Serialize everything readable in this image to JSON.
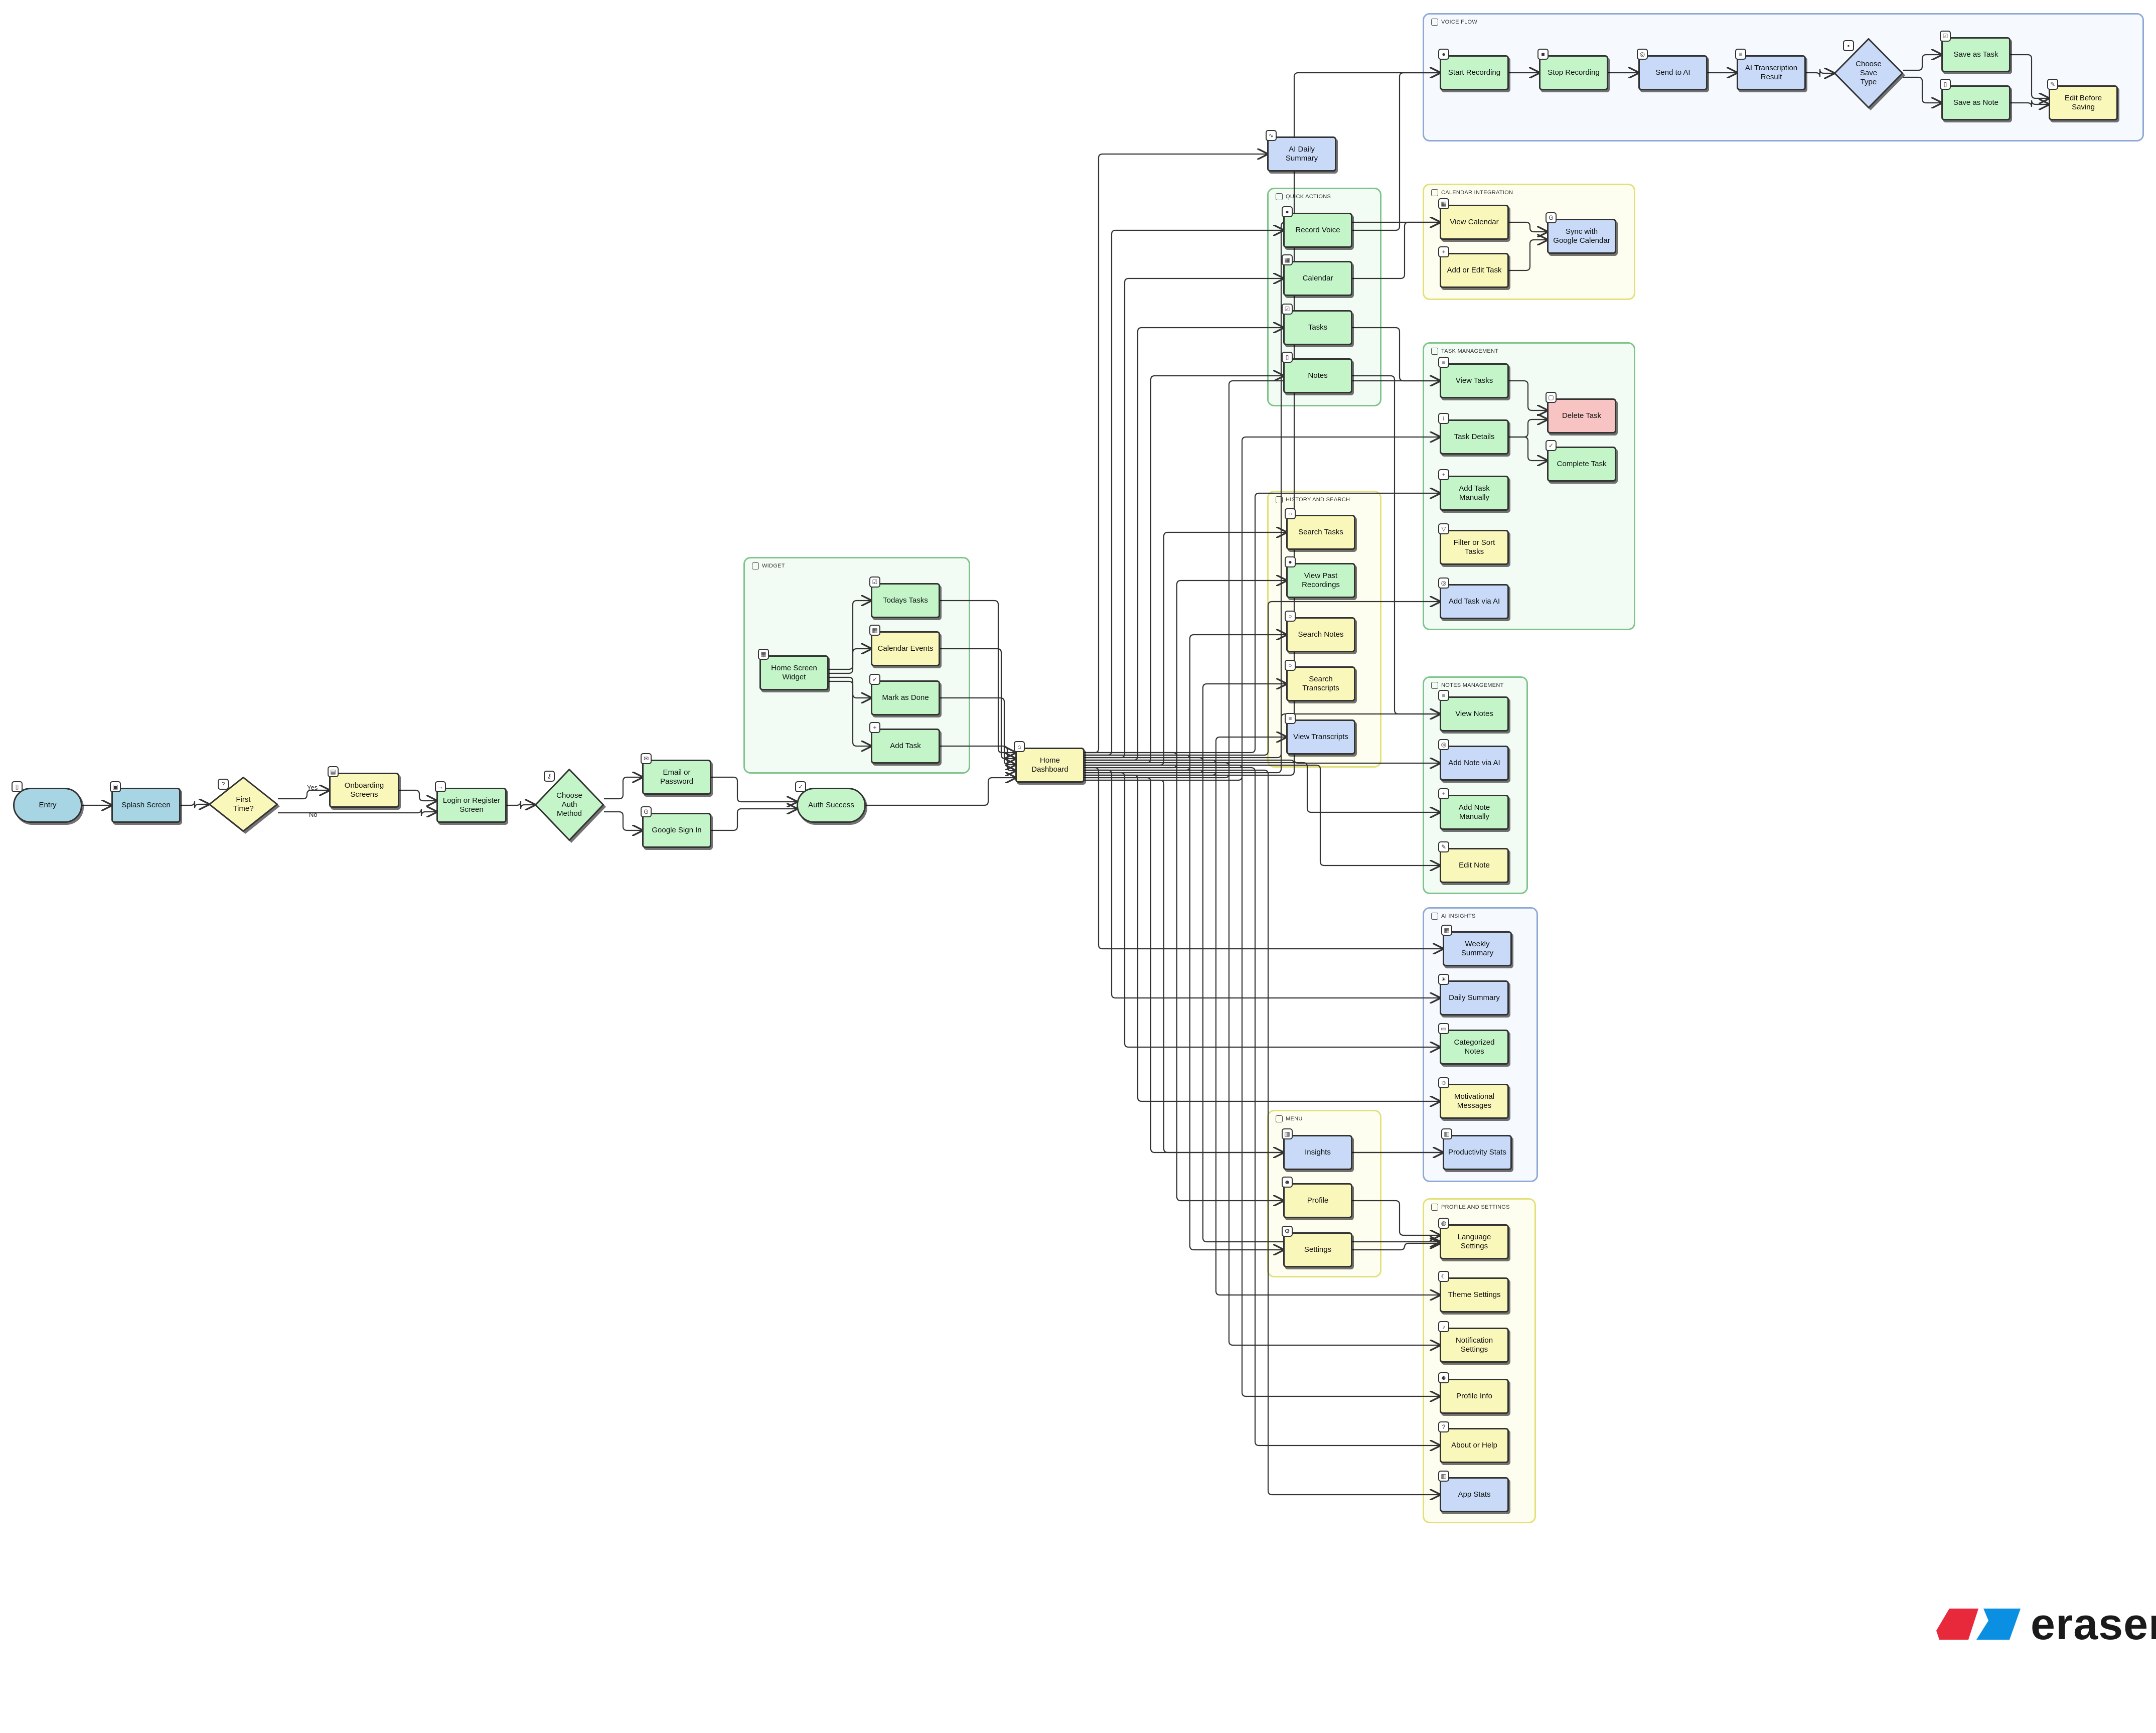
{
  "colors": {
    "green": "#c3f5c9",
    "yellow": "#faf7bb",
    "blue": "#c8daf7",
    "teal": "#a8d5e4",
    "pink": "#f7c3c3",
    "greenBorder": "#7fc48c",
    "yellowBorder": "#e3e07a",
    "blueBorder": "#8fa9d6",
    "edge": "#333333",
    "logoRed": "#e8283b",
    "logoBlue": "#0a8fe3"
  },
  "logo": {
    "text": "eraser"
  },
  "edge_labels": {
    "yes": "Yes",
    "no": "No"
  },
  "groups": [
    {
      "id": "voice-flow",
      "label": "VOICE FLOW",
      "icon": "mic-icon",
      "color": "blue"
    },
    {
      "id": "calendar-integration",
      "label": "CALENDAR INTEGRATION",
      "icon": "calendar-icon",
      "color": "yellow"
    },
    {
      "id": "quick-actions",
      "label": "QUICK ACTIONS",
      "icon": "bolt-icon",
      "color": "green"
    },
    {
      "id": "task-management",
      "label": "TASK MANAGEMENT",
      "icon": "check-square-icon",
      "color": "green"
    },
    {
      "id": "history-and-search",
      "label": "HISTORY AND SEARCH",
      "icon": "search-icon",
      "color": "yellow"
    },
    {
      "id": "widget",
      "label": "WIDGET",
      "icon": "grid-icon",
      "color": "green"
    },
    {
      "id": "notes-management",
      "label": "NOTES MANAGEMENT",
      "icon": "file-icon",
      "color": "green"
    },
    {
      "id": "ai-insights",
      "label": "AI INSIGHTS",
      "icon": "activity-icon",
      "color": "blue"
    },
    {
      "id": "menu",
      "label": "MENU",
      "icon": "menu-icon",
      "color": "yellow"
    },
    {
      "id": "profile-and-settings",
      "label": "PROFILE AND SETTINGS",
      "icon": "user-icon",
      "color": "yellow"
    }
  ],
  "nodes": [
    {
      "id": "entry",
      "label": "Entry",
      "color": "teal",
      "shape": "pill",
      "icon": "smartphone-icon"
    },
    {
      "id": "splash",
      "label": "Splash Screen",
      "color": "teal",
      "shape": "rect",
      "icon": "image-icon"
    },
    {
      "id": "first-time",
      "label": "First\nTime?",
      "color": "yellow",
      "shape": "diamond",
      "icon": "help-icon"
    },
    {
      "id": "onboarding",
      "label": "Onboarding\nScreens",
      "color": "yellow",
      "shape": "rect",
      "icon": "book-icon"
    },
    {
      "id": "login",
      "label": "Login or Register\nScreen",
      "color": "green",
      "shape": "rect",
      "icon": "log-in-icon"
    },
    {
      "id": "choose-auth",
      "label": "Choose\nAuth\nMethod",
      "color": "green",
      "shape": "diamond",
      "icon": "key-icon"
    },
    {
      "id": "email",
      "label": "Email or\nPassword",
      "color": "green",
      "shape": "rect",
      "icon": "mail-icon"
    },
    {
      "id": "google",
      "label": "Google Sign In",
      "color": "green",
      "shape": "rect",
      "icon": "google-icon"
    },
    {
      "id": "auth-success",
      "label": "Auth Success",
      "color": "green",
      "shape": "pill",
      "icon": "check-circle-icon"
    },
    {
      "id": "home",
      "label": "Home Dashboard",
      "color": "yellow",
      "shape": "rect",
      "icon": "home-icon"
    },
    {
      "id": "widget-home",
      "label": "Home Screen\nWidget",
      "color": "green",
      "shape": "rect",
      "icon": "grid-icon"
    },
    {
      "id": "todays-tasks",
      "label": "Todays Tasks",
      "color": "green",
      "shape": "rect",
      "icon": "check-square-icon"
    },
    {
      "id": "calendar-events",
      "label": "Calendar Events",
      "color": "yellow",
      "shape": "rect",
      "icon": "calendar-icon"
    },
    {
      "id": "mark-done",
      "label": "Mark as Done",
      "color": "green",
      "shape": "rect",
      "icon": "check-icon"
    },
    {
      "id": "add-task",
      "label": "Add Task",
      "color": "green",
      "shape": "rect",
      "icon": "plus-icon"
    },
    {
      "id": "ai-daily",
      "label": "AI Daily\nSummary",
      "color": "blue",
      "shape": "rect",
      "icon": "activity-icon"
    },
    {
      "id": "qa-voice",
      "label": "Record Voice",
      "color": "green",
      "shape": "rect",
      "icon": "mic-icon"
    },
    {
      "id": "qa-calendar",
      "label": "Calendar",
      "color": "green",
      "shape": "rect",
      "icon": "calendar-icon"
    },
    {
      "id": "qa-tasks",
      "label": "Tasks",
      "color": "green",
      "shape": "rect",
      "icon": "check-square-icon"
    },
    {
      "id": "qa-notes",
      "label": "Notes",
      "color": "green",
      "shape": "rect",
      "icon": "file-icon"
    },
    {
      "id": "start-rec",
      "label": "Start Recording",
      "color": "green",
      "shape": "rect",
      "icon": "mic-icon"
    },
    {
      "id": "stop-rec",
      "label": "Stop Recording",
      "color": "green",
      "shape": "rect",
      "icon": "square-icon"
    },
    {
      "id": "send-ai",
      "label": "Send to AI",
      "color": "blue",
      "shape": "rect",
      "icon": "cpu-icon"
    },
    {
      "id": "ai-trans",
      "label": "AI Transcription\nResult",
      "color": "blue",
      "shape": "rect",
      "icon": "file-text-icon"
    },
    {
      "id": "choose-save",
      "label": "Choose\nSave\nType",
      "color": "blue",
      "shape": "diamond",
      "icon": "save-icon"
    },
    {
      "id": "save-task",
      "label": "Save as Task",
      "color": "green",
      "shape": "rect",
      "icon": "check-square-icon"
    },
    {
      "id": "save-note",
      "label": "Save as Note",
      "color": "green",
      "shape": "rect",
      "icon": "file-icon"
    },
    {
      "id": "edit-before",
      "label": "Edit Before\nSaving",
      "color": "yellow",
      "shape": "rect",
      "icon": "edit-icon"
    },
    {
      "id": "view-cal",
      "label": "View Calendar",
      "color": "yellow",
      "shape": "rect",
      "icon": "calendar-icon"
    },
    {
      "id": "add-edit-task",
      "label": "Add or Edit Task",
      "color": "yellow",
      "shape": "rect",
      "icon": "plus-icon"
    },
    {
      "id": "sync-google",
      "label": "Sync with\nGoogle Calendar",
      "color": "blue",
      "shape": "rect",
      "icon": "google-icon"
    },
    {
      "id": "view-tasks",
      "label": "View Tasks",
      "color": "green",
      "shape": "rect",
      "icon": "list-icon"
    },
    {
      "id": "task-details",
      "label": "Task Details",
      "color": "green",
      "shape": "rect",
      "icon": "info-icon"
    },
    {
      "id": "delete-task",
      "label": "Delete Task",
      "color": "pink",
      "shape": "rect",
      "icon": "trash-icon"
    },
    {
      "id": "complete-task",
      "label": "Complete Task",
      "color": "green",
      "shape": "rect",
      "icon": "check-icon"
    },
    {
      "id": "add-task-manual",
      "label": "Add Task\nManually",
      "color": "green",
      "shape": "rect",
      "icon": "plus-icon"
    },
    {
      "id": "filter-sort",
      "label": "Filter or Sort\nTasks",
      "color": "yellow",
      "shape": "rect",
      "icon": "filter-icon"
    },
    {
      "id": "add-task-ai",
      "label": "Add Task via AI",
      "color": "blue",
      "shape": "rect",
      "icon": "cpu-icon"
    },
    {
      "id": "search-tasks",
      "label": "Search Tasks",
      "color": "yellow",
      "shape": "rect",
      "icon": "search-icon"
    },
    {
      "id": "view-past",
      "label": "View Past\nRecordings",
      "color": "green",
      "shape": "rect",
      "icon": "mic-icon"
    },
    {
      "id": "search-notes",
      "label": "Search Notes",
      "color": "yellow",
      "shape": "rect",
      "icon": "search-icon"
    },
    {
      "id": "search-trans",
      "label": "Search\nTranscripts",
      "color": "yellow",
      "shape": "rect",
      "icon": "search-icon"
    },
    {
      "id": "view-trans",
      "label": "View Transcripts",
      "color": "blue",
      "shape": "rect",
      "icon": "file-text-icon"
    },
    {
      "id": "view-notes",
      "label": "View Notes",
      "color": "green",
      "shape": "rect",
      "icon": "list-icon"
    },
    {
      "id": "add-note-ai",
      "label": "Add Note via AI",
      "color": "blue",
      "shape": "rect",
      "icon": "cpu-icon"
    },
    {
      "id": "add-note-manual",
      "label": "Add Note\nManually",
      "color": "green",
      "shape": "rect",
      "icon": "plus-icon"
    },
    {
      "id": "edit-note",
      "label": "Edit Note",
      "color": "yellow",
      "shape": "rect",
      "icon": "edit-icon"
    },
    {
      "id": "weekly-summary",
      "label": "Weekly Summary",
      "color": "blue",
      "shape": "rect",
      "icon": "calendar-icon"
    },
    {
      "id": "daily-summary",
      "label": "Daily Summary",
      "color": "blue",
      "shape": "rect",
      "icon": "sun-icon"
    },
    {
      "id": "categorized-notes",
      "label": "Categorized\nNotes",
      "color": "green",
      "shape": "rect",
      "icon": "folder-icon"
    },
    {
      "id": "motivational",
      "label": "Motivational\nMessages",
      "color": "yellow",
      "shape": "rect",
      "icon": "smile-icon"
    },
    {
      "id": "productivity",
      "label": "Productivity Stats",
      "color": "blue",
      "shape": "rect",
      "icon": "bar-chart-icon"
    },
    {
      "id": "menu-insights",
      "label": "Insights",
      "color": "blue",
      "shape": "rect",
      "icon": "bar-chart-icon"
    },
    {
      "id": "menu-profile",
      "label": "Profile",
      "color": "yellow",
      "shape": "rect",
      "icon": "user-icon"
    },
    {
      "id": "menu-settings",
      "label": "Settings",
      "color": "yellow",
      "shape": "rect",
      "icon": "gear-icon"
    },
    {
      "id": "lang-settings",
      "label": "Language\nSettings",
      "color": "yellow",
      "shape": "rect",
      "icon": "globe-icon"
    },
    {
      "id": "theme-settings",
      "label": "Theme Settings",
      "color": "yellow",
      "shape": "rect",
      "icon": "moon-icon"
    },
    {
      "id": "notif-settings",
      "label": "Notification\nSettings",
      "color": "yellow",
      "shape": "rect",
      "icon": "bell-icon"
    },
    {
      "id": "profile-info",
      "label": "Profile Info",
      "color": "yellow",
      "shape": "rect",
      "icon": "user-icon"
    },
    {
      "id": "about-help",
      "label": "About or Help",
      "color": "yellow",
      "shape": "rect",
      "icon": "help-icon"
    },
    {
      "id": "app-stats",
      "label": "App Stats",
      "color": "blue",
      "shape": "rect",
      "icon": "bar-chart-icon"
    }
  ]
}
